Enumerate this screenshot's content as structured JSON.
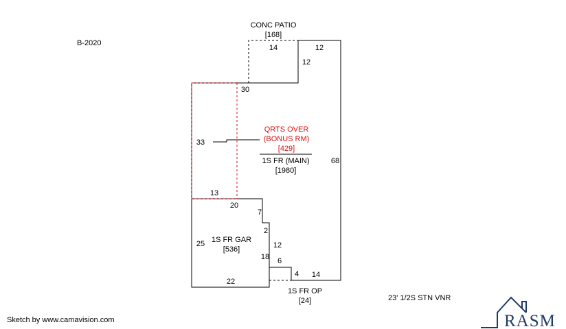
{
  "sketch": {
    "id_label": "B-2020",
    "colors": {
      "outline": "#000000",
      "overlay": "#dd1111",
      "logo": "#1f3c66"
    },
    "areas": {
      "patio": {
        "name": "CONC PATIO",
        "area": "[168]"
      },
      "qrts": {
        "line1": "QRTS OVER",
        "line2": "(BONUS RM)",
        "area": "[429]"
      },
      "main": {
        "name": "1S FR (MAIN)",
        "area": "[1980]"
      },
      "garage": {
        "name": "1S FR GAR",
        "area": "[536]"
      },
      "porch": {
        "name": "1S FR OP",
        "area": "[24]"
      }
    },
    "dimensions": {
      "patio_top": "14",
      "main_top": "12",
      "patio_side": "12",
      "main_top_left": "30",
      "qrts_height": "33",
      "main_right": "68",
      "qrts_bottom": "13",
      "main_mid": "20",
      "garage_step1": "7",
      "garage_step2": "2",
      "garage_left": "25",
      "garage_right": "12",
      "garage_right2": "18",
      "porch_side": "6",
      "porch_bottom": "4",
      "main_bottom": "14",
      "garage_bottom": "22"
    },
    "note": "23' 1/2S STN VNR"
  },
  "footer": {
    "credit": "Sketch by www.camavision.com"
  },
  "logo": {
    "text": "RASM",
    "icon": "house-icon"
  }
}
